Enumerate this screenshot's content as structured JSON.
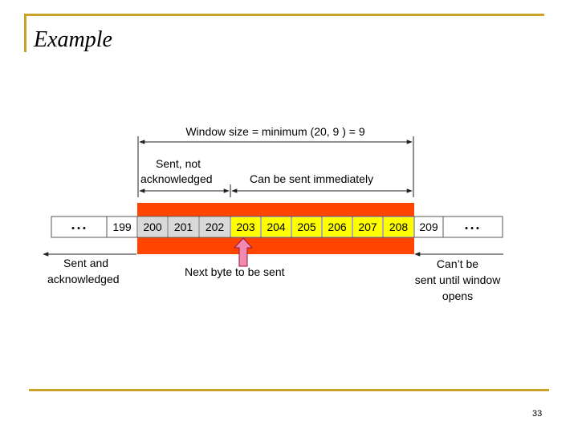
{
  "slide": {
    "title": "Example",
    "page_number": "33"
  },
  "diagram": {
    "window_label": "Window size = minimum (20, 9 ) = 9",
    "sent_not_ack": [
      "Sent, not",
      "acknowledged"
    ],
    "can_be_sent": "Can be sent immediately",
    "sent_and_ack": [
      "Sent and",
      "acknowledged"
    ],
    "next_byte": "Next byte to be sent",
    "cant_be_sent": [
      "Can’t be",
      "sent until window",
      "opens"
    ],
    "ellipsis": "• • •",
    "bytes": [
      "199",
      "200",
      "201",
      "202",
      "203",
      "204",
      "205",
      "206",
      "207",
      "208",
      "209"
    ],
    "colors": {
      "window": "#ff4500",
      "sent_cell": "#d9d9d9",
      "sendable_cell": "#ffff00",
      "arrow": "#f08ab0",
      "frame": "#c9a227"
    }
  }
}
